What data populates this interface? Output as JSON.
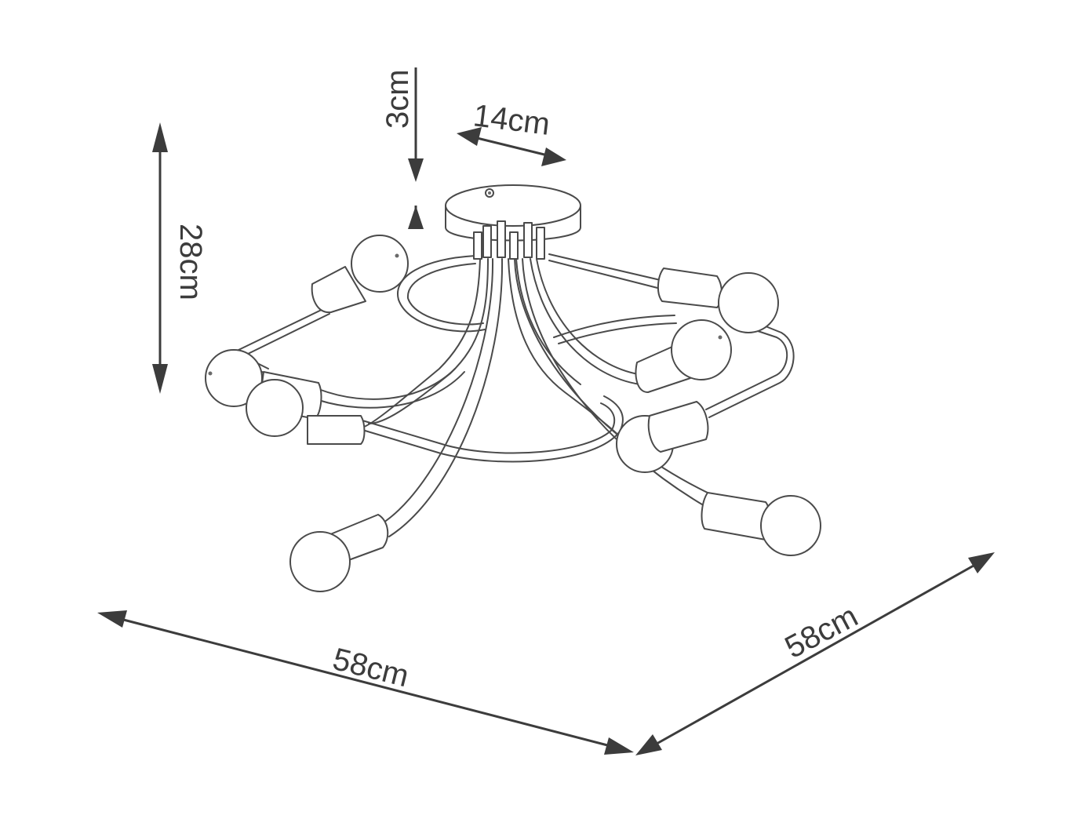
{
  "dimensions": {
    "canopy_height": "3cm",
    "canopy_diameter": "14cm",
    "total_height": "28cm",
    "width_front": "58cm",
    "width_side": "58cm"
  },
  "colors": {
    "line": "#4a4a4a",
    "dimension": "#3c3c3c",
    "background": "#ffffff"
  }
}
